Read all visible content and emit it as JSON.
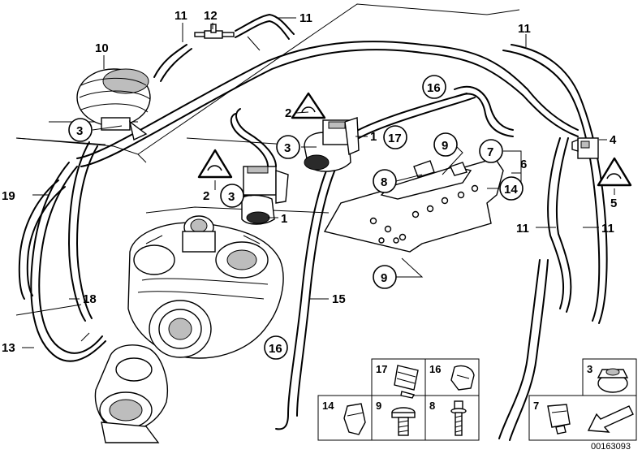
{
  "callouts": {
    "c11_top": "11",
    "c12": "12",
    "c11_top_right": "11",
    "c11_far_right": "11",
    "c10": "10",
    "c3_left": "3",
    "c16_top": "16",
    "c2_upper": "2",
    "c1_upper": "1",
    "c17": "17",
    "c3_mid": "3",
    "c9_upper": "9",
    "c7": "7",
    "c6": "6",
    "c4": "4",
    "c8": "8",
    "c14": "14",
    "c5": "5",
    "c2_lower": "2",
    "c3_lower": "3",
    "c1_lower": "1",
    "c19": "19",
    "c11_mid_a": "11",
    "c11_mid_b": "11",
    "c9_lower": "9",
    "c18": "18",
    "c15": "15",
    "c13": "13",
    "c16_bottom": "16"
  },
  "grid": {
    "c17": "17",
    "c16": "16",
    "c3": "3",
    "c14": "14",
    "c9": "9",
    "c8": "8",
    "c7": "7"
  },
  "doc_number": "00163093",
  "icons": {
    "warning": "warning-triangle-icon",
    "arrow": "arrow-icon"
  }
}
